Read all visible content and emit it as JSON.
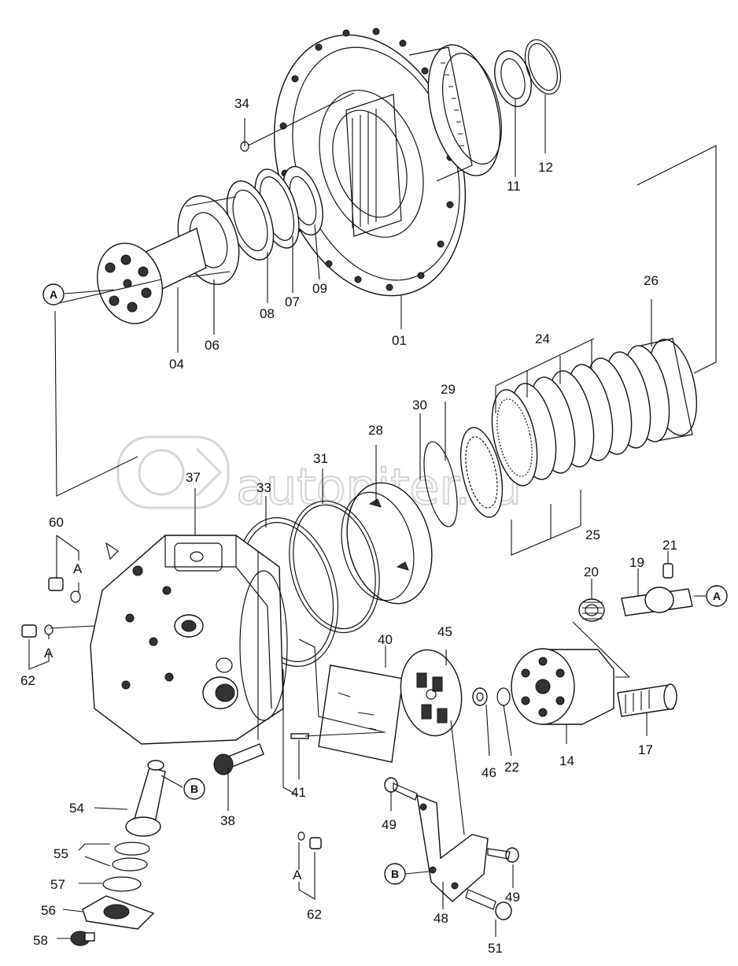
{
  "watermark": "autopiter.ru",
  "part_labels": [
    {
      "id": "p01",
      "text": "01"
    },
    {
      "id": "p04",
      "text": "04"
    },
    {
      "id": "p06",
      "text": "06"
    },
    {
      "id": "p07",
      "text": "07"
    },
    {
      "id": "p08",
      "text": "08"
    },
    {
      "id": "p09",
      "text": "09"
    },
    {
      "id": "p11",
      "text": "11"
    },
    {
      "id": "p12",
      "text": "12"
    },
    {
      "id": "p14",
      "text": "14"
    },
    {
      "id": "p17",
      "text": "17"
    },
    {
      "id": "p19",
      "text": "19"
    },
    {
      "id": "p20",
      "text": "20"
    },
    {
      "id": "p21",
      "text": "21"
    },
    {
      "id": "p22",
      "text": "22"
    },
    {
      "id": "p24",
      "text": "24"
    },
    {
      "id": "p25",
      "text": "25"
    },
    {
      "id": "p26",
      "text": "26"
    },
    {
      "id": "p28",
      "text": "28"
    },
    {
      "id": "p29",
      "text": "29"
    },
    {
      "id": "p30",
      "text": "30"
    },
    {
      "id": "p31",
      "text": "31"
    },
    {
      "id": "p33",
      "text": "33"
    },
    {
      "id": "p34",
      "text": "34"
    },
    {
      "id": "p37",
      "text": "37"
    },
    {
      "id": "p38",
      "text": "38"
    },
    {
      "id": "p40",
      "text": "40"
    },
    {
      "id": "p41",
      "text": "41"
    },
    {
      "id": "p45",
      "text": "45"
    },
    {
      "id": "p46",
      "text": "46"
    },
    {
      "id": "p48",
      "text": "48"
    },
    {
      "id": "p49a",
      "text": "49"
    },
    {
      "id": "p49b",
      "text": "49"
    },
    {
      "id": "p51",
      "text": "51"
    },
    {
      "id": "p54",
      "text": "54"
    },
    {
      "id": "p55",
      "text": "55"
    },
    {
      "id": "p56",
      "text": "56"
    },
    {
      "id": "p57",
      "text": "57"
    },
    {
      "id": "p58",
      "text": "58"
    },
    {
      "id": "p60",
      "text": "60"
    },
    {
      "id": "p62a",
      "text": "62"
    },
    {
      "id": "p62b",
      "text": "62"
    }
  ],
  "ref_markers": [
    {
      "id": "refA1",
      "text": "A"
    },
    {
      "id": "refA2",
      "text": "A"
    },
    {
      "id": "refB1",
      "text": "B"
    },
    {
      "id": "refB2",
      "text": "B"
    }
  ],
  "plain_markers": [
    {
      "id": "mA60",
      "text": "A"
    },
    {
      "id": "mA62a",
      "text": "A"
    },
    {
      "id": "mA62b",
      "text": "A"
    }
  ]
}
